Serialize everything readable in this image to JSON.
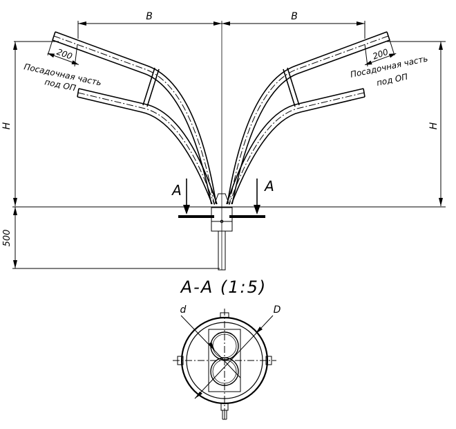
{
  "labels": {
    "dim_b": "B",
    "dim_h": "H",
    "dim_200": "200",
    "dim_500": "500",
    "seat_line1": "Посадочная часть",
    "seat_line2": "под ОП",
    "section_mark": "A",
    "section_title": "A-A (1:5)",
    "dia_small": "d",
    "dia_large": "D"
  }
}
